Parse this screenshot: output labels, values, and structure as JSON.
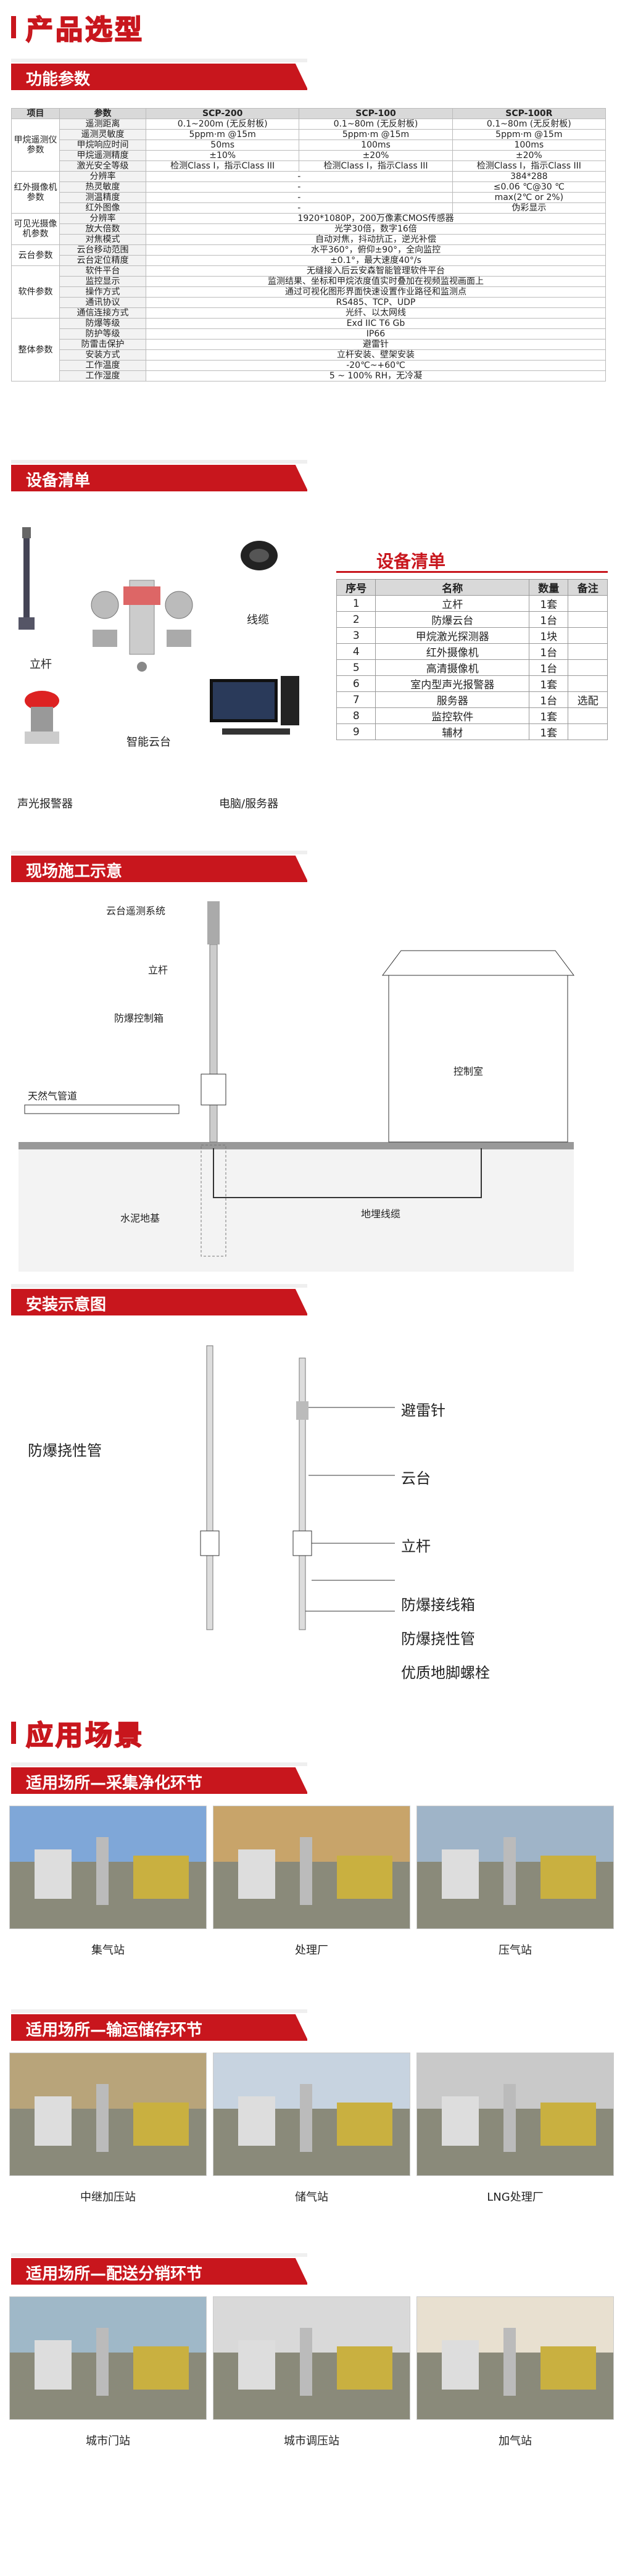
{
  "product_heading": "产品选型",
  "func_banner": "功能参数",
  "spec_header": [
    "项目",
    "参数",
    "SCP-200",
    "SCP-100",
    "SCP-100R"
  ],
  "spec_rows": [
    [
      "甲烷遥测仪参数",
      "遥测距离",
      "0.1~200m (无反射板)",
      "0.1~80m (无反射板)",
      "0.1~80m (无反射板)"
    ],
    [
      "",
      "遥测灵敏度",
      "5ppm·m @15m",
      "5ppm·m @15m",
      "5ppm·m @15m"
    ],
    [
      "",
      "甲烷响应时间",
      "50ms",
      "100ms",
      "100ms"
    ],
    [
      "",
      "甲烷遥测精度",
      "±10%",
      "±20%",
      "±20%"
    ],
    [
      "",
      "激光安全等级",
      "检测Class I，指示Class III",
      "检测Class I，指示Class III",
      "检测Class I，指示Class III"
    ],
    [
      "红外摄像机参数",
      "分辨率",
      "-",
      "",
      "384*288"
    ],
    [
      "",
      "热灵敏度",
      "-",
      "",
      "≤0.06 ℃@30 ℃"
    ],
    [
      "",
      "测温精度",
      "-",
      "",
      "max(2℃ or 2%)"
    ],
    [
      "",
      "红外图像",
      "-",
      "",
      "伪彩显示"
    ],
    [
      "可见光摄像机参数",
      "分辨率",
      "1920*1080P，200万像素CMOS传感器",
      "",
      ""
    ],
    [
      "",
      "放大倍数",
      "光学30倍，数字16倍",
      "",
      ""
    ],
    [
      "",
      "对焦模式",
      "自动对焦，抖动抗正，逆光补偿",
      "",
      ""
    ],
    [
      "云台参数",
      "云台移动范围",
      "水平360°，俯仰±90°，全向监控",
      "",
      ""
    ],
    [
      "",
      "云台定位精度",
      "±0.1°，最大速度40°/s",
      "",
      ""
    ],
    [
      "软件参数",
      "软件平台",
      "无缝接入后云安森智能管理软件平台",
      "",
      ""
    ],
    [
      "",
      "监控显示",
      "监测结果、坐标和甲烷浓度值实时叠加在视频监视画面上",
      "",
      ""
    ],
    [
      "",
      "操作方式",
      "通过可视化图形界面快速设置作业路径和监测点",
      "",
      ""
    ],
    [
      "",
      "通讯协议",
      "RS485、TCP、UDP",
      "",
      ""
    ],
    [
      "",
      "通信连接方式",
      "光纤、以太网线",
      "",
      ""
    ],
    [
      "整体参数",
      "防爆等级",
      "Exd IIC T6 Gb",
      "",
      ""
    ],
    [
      "",
      "防护等级",
      "IP66",
      "",
      ""
    ],
    [
      "",
      "防雷击保护",
      "避雷针",
      "",
      ""
    ],
    [
      "",
      "安装方式",
      "立杆安装、壁架安装",
      "",
      ""
    ],
    [
      "",
      "工作温度",
      "-20℃~+60℃",
      "",
      ""
    ],
    [
      "",
      "工作湿度",
      "5 ~ 100% RH，无冷凝",
      "",
      ""
    ]
  ],
  "equip_banner": "设备清单",
  "equip_list_title": "设备清单",
  "equip_header": [
    "序号",
    "名称",
    "数量",
    "备注"
  ],
  "equip_rows": [
    [
      "1",
      "立杆",
      "1套",
      ""
    ],
    [
      "2",
      "防爆云台",
      "1台",
      ""
    ],
    [
      "3",
      "甲烷激光探测器",
      "1块",
      ""
    ],
    [
      "4",
      "红外摄像机",
      "1台",
      ""
    ],
    [
      "5",
      "高清摄像机",
      "1台",
      ""
    ],
    [
      "6",
      "室内型声光报警器",
      "1套",
      ""
    ],
    [
      "7",
      "服务器",
      "1台",
      "选配"
    ],
    [
      "8",
      "监控软件",
      "1套",
      ""
    ],
    [
      "9",
      "辅材",
      "1套",
      ""
    ]
  ],
  "equip_captions": {
    "pole": "立杆",
    "cable": "线缆",
    "gimbal": "智能云台",
    "alarm": "声光报警器",
    "pc": "电脑/服务器"
  },
  "site_banner": "现场施工示意",
  "site_labels": {
    "system": "云台遥测系统",
    "pole": "立杆",
    "box": "防爆控制箱",
    "pipe": "天然气管道",
    "foundation": "水泥地基",
    "cable": "地埋线缆",
    "room": "控制室"
  },
  "install_banner": "安装示意图",
  "install_labels": {
    "left_hose": "防爆挠性管",
    "rod": "避雷针",
    "gimbal": "云台",
    "pole": "立杆",
    "box": "防爆接线箱",
    "hose": "防爆挠性管",
    "bolt": "优质地脚螺栓"
  },
  "app_heading": "应用场景",
  "app_sections": [
    {
      "title": "适用场所—采集净化环节",
      "captions": [
        "集气站",
        "处理厂",
        "压气站"
      ]
    },
    {
      "title": "适用场所—输运储存环节",
      "captions": [
        "中继加压站",
        "储气站",
        "LNG处理厂"
      ]
    },
    {
      "title": "适用场所—配送分销环节",
      "captions": [
        "城市门站",
        "城市调压站",
        "加气站"
      ]
    }
  ],
  "colors": {
    "accent": "#c8161d"
  }
}
